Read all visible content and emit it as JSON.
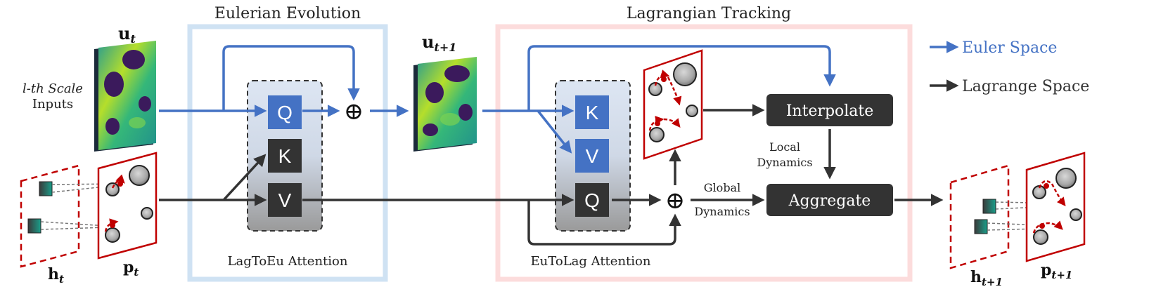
{
  "sections": {
    "eulerian": {
      "title": "Eulerian Evolution",
      "caption": "LagToEu Attention"
    },
    "lagrangian": {
      "title": "Lagrangian Tracking",
      "caption": "EuToLag Attention"
    }
  },
  "inputs": {
    "label_line1": "l-th Scale",
    "label_line2": "Inputs",
    "u_t": "u",
    "u_t_sub": "t",
    "h_t": "h",
    "h_t_sub": "t",
    "p_t": "p",
    "p_t_sub": "t"
  },
  "outputs": {
    "u_next": "u",
    "u_next_sub": "t+1",
    "h_next": "h",
    "h_next_sub": "t+1",
    "p_next": "p",
    "p_next_sub": "t+1"
  },
  "attention_left": {
    "q": "Q",
    "k": "K",
    "v": "V"
  },
  "attention_right": {
    "k": "K",
    "v": "V",
    "q": "Q"
  },
  "boxes": {
    "interpolate": "Interpolate",
    "aggregate": "Aggregate"
  },
  "edge_labels": {
    "local_line1": "Local",
    "local_line2": "Dynamics",
    "global_line1": "Global",
    "global_line2": "Dynamics"
  },
  "operators": {
    "add": "⊕"
  },
  "legend": {
    "euler": "Euler Space",
    "lagrange": "Lagrange Space"
  },
  "colors": {
    "euler_blue": "#4472c4",
    "lagrange_dark": "#333333",
    "eulerian_border": "#cfe2f3",
    "lagrangian_border": "#fcdcdc",
    "particle_red": "#c00000"
  }
}
